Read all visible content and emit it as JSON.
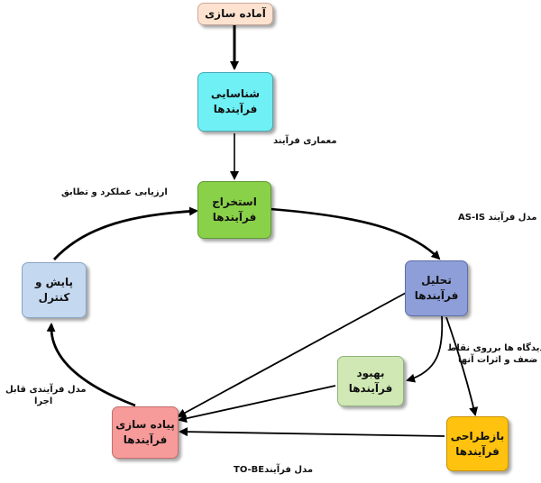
{
  "nodes": {
    "prep": {
      "line1": "آماده سازی",
      "fill": "#fde3cf",
      "border": "#c9a89a"
    },
    "identify": {
      "line1": "شناسایی",
      "line2": "فرآیندها",
      "fill": "#6ff0f5",
      "border": "#4aa9b5"
    },
    "extract": {
      "line1": "استخراج",
      "line2": "فرآیندها",
      "fill": "#8ad14a",
      "border": "#5e9a30"
    },
    "analyze": {
      "line1": "تحلیل",
      "line2": "فرآیندها",
      "fill": "#8d9ed8",
      "border": "#5d6da6"
    },
    "improve": {
      "line1": "بهبود",
      "line2": "فرآیندها",
      "fill": "#cfe8b4",
      "border": "#8fb37a"
    },
    "redesign": {
      "line1": "بازطراحی",
      "line2": "فرآیندها",
      "fill": "#ffc20e",
      "border": "#c99100"
    },
    "implement": {
      "line1": "پیاده سازی",
      "line2": "فرآیندها",
      "fill": "#f79a9a",
      "border": "#c26d6d"
    },
    "monitor": {
      "line1": "پایش و کنترل",
      "fill": "#c4d8f0",
      "border": "#8aa3c4"
    }
  },
  "labels": {
    "process_architecture": "معماری فرآیند",
    "performance_evaluation": "ارزیابی عملکرد و تطابق",
    "as_is_model": "مدل فرآیند AS-IS",
    "weakness_view_line1": "دیدگاه ها برروی نقاط",
    "weakness_view_line2": "ضعف و اثرات آنها",
    "executable_model_line1": "مدل فرآیندی قابل",
    "executable_model_line2": "اجرا",
    "to_be_model": "مدل فرآیندTO-BE"
  }
}
